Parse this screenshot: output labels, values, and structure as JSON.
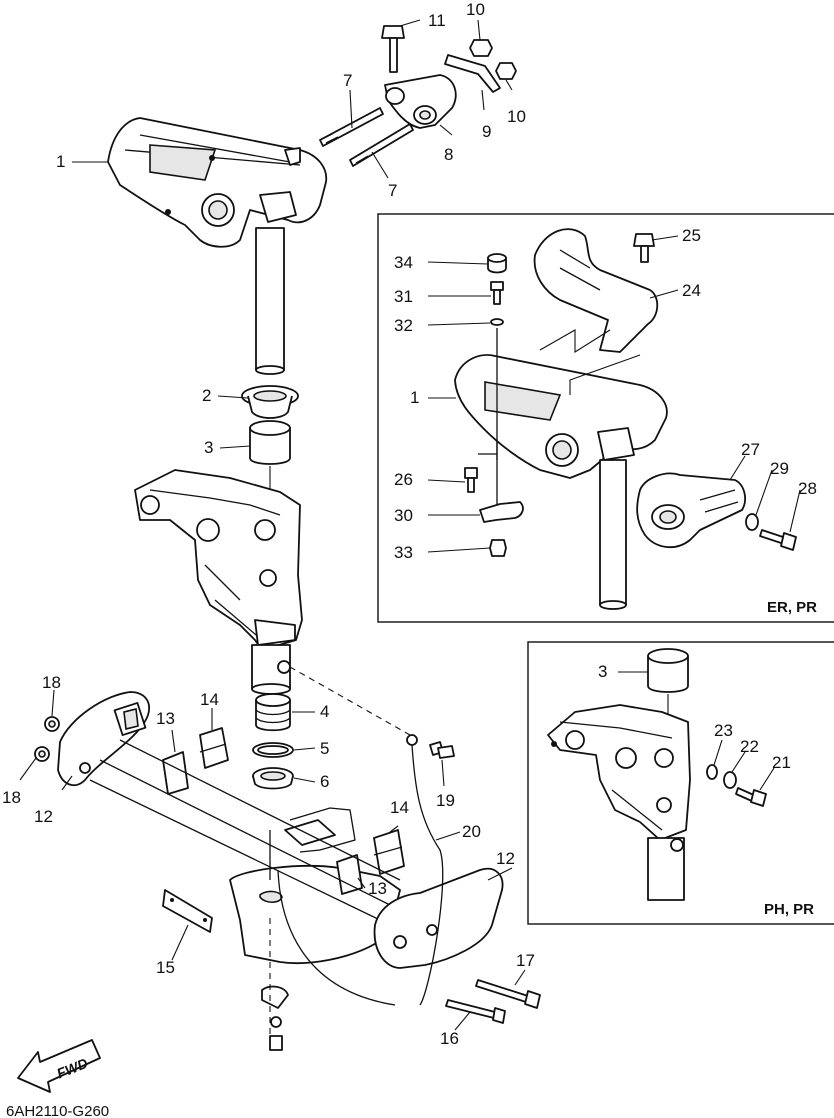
{
  "drawing_code": "6AH2110-G260",
  "fwd_label": "FWD",
  "inset_er_pr": {
    "tag": "ER, PR"
  },
  "inset_ph_pr": {
    "tag": "PH, PR"
  },
  "callouts": {
    "c11": "11",
    "c10a": "10",
    "c10b": "10",
    "c9": "9",
    "c8": "8",
    "c7a": "7",
    "c7b": "7",
    "c1": "1",
    "c2": "2",
    "c3": "3",
    "c4": "4",
    "c5": "5",
    "c6": "6",
    "c12a": "12",
    "c12b": "12",
    "c13a": "13",
    "c13b": "13",
    "c14a": "14",
    "c14b": "14",
    "c15": "15",
    "c16": "16",
    "c17": "17",
    "c18a": "18",
    "c18b": "18",
    "c19": "19",
    "c20": "20",
    "e34": "34",
    "e31": "31",
    "e32": "32",
    "e1": "1",
    "e26": "26",
    "e30": "30",
    "e33": "33",
    "e25": "25",
    "e24": "24",
    "e27": "27",
    "e29": "29",
    "e28": "28",
    "p3": "3",
    "p23": "23",
    "p22": "22",
    "p21": "21"
  }
}
